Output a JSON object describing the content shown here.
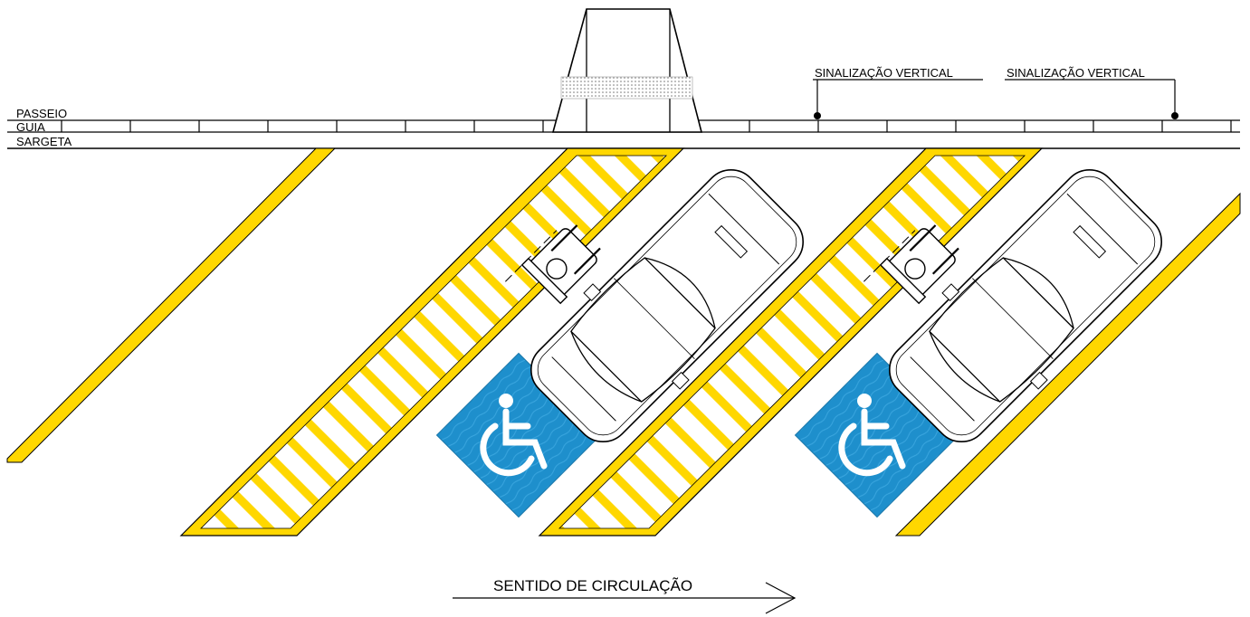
{
  "labels": {
    "passeio": "PASSEIO",
    "guia": "GUIA",
    "sargeta": "SARGETA",
    "sign_left": "SINALIZAÇÃO VERTICAL",
    "sign_right": "SINALIZAÇÃO VERTICAL",
    "direction": "SENTIDO DE CIRCULAÇÃO"
  },
  "colors": {
    "marking_yellow": "#FFD700",
    "accessible_blue": "#1E8FCC",
    "line": "#000000",
    "background": "#FFFFFF"
  },
  "icons": {
    "accessible_symbol": "wheelchair-symbol-icon",
    "vehicle": "car-top-view-icon",
    "person": "wheelchair-user-icon"
  },
  "parking_spaces": [
    {
      "id": "space-1",
      "type": "accessible"
    },
    {
      "id": "space-2",
      "type": "accessible"
    }
  ]
}
